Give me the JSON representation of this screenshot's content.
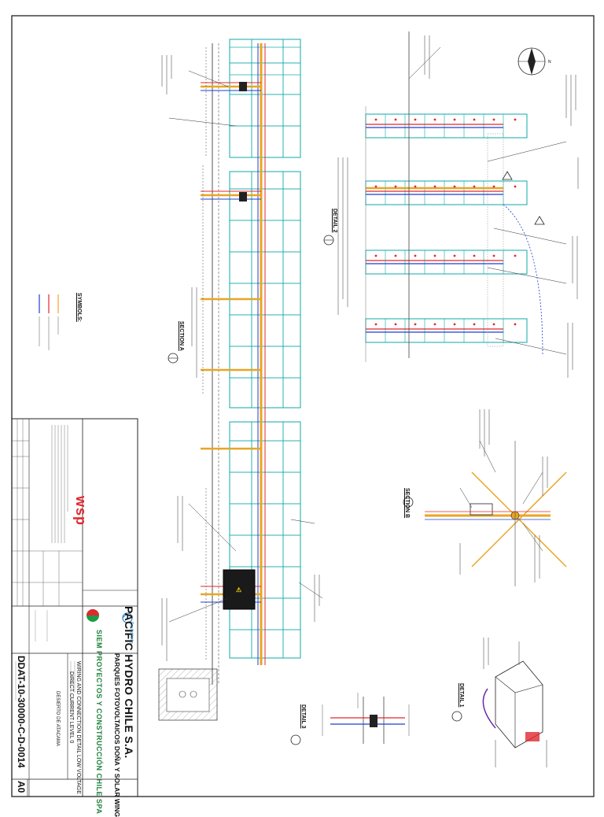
{
  "title_block": {
    "company": "PACIFIC HYDRO CHILE S.A.",
    "project": "PARQUES FOTOVOLTAICOS DOÑA Y SOLAR WING",
    "contractor": "SIEM PROYECTOS Y CONSTRUCCIÓN CHILE SPA",
    "drawing_title_line1": "WIRING AND CONNECTION DETAIL LOW VOLTAGE",
    "drawing_title_line2": "DIRECT CURRENT LEVEL 0",
    "location": "DESIERTO DE ATACAMA",
    "drawing_number": "DDAT-10-30000-C-D-0014",
    "sheet_size": "A0",
    "consultant_logo": "wsp",
    "client_logo_text": "PacificHydro"
  },
  "views": {
    "symbols_label": "SYMBOLS:",
    "section_a_label": "SECTION A",
    "section_b_label": "SECTION B",
    "detail_1_label": "DETAIL 1",
    "detail_2_label": "DETAIL 2",
    "detail_3_label": "DETAIL 3"
  },
  "colors": {
    "frame": "#222222",
    "pv_table": "#10a8a8",
    "dc_positive": "#e0282e",
    "dc_negative": "#1f3fcf",
    "trench": "#e8a623",
    "wsp_red": "#e0282e",
    "brand_green": "#1d7f3a"
  },
  "icons": [
    "north-arrow-icon",
    "section-marker-icon",
    "inverter-box-icon"
  ]
}
